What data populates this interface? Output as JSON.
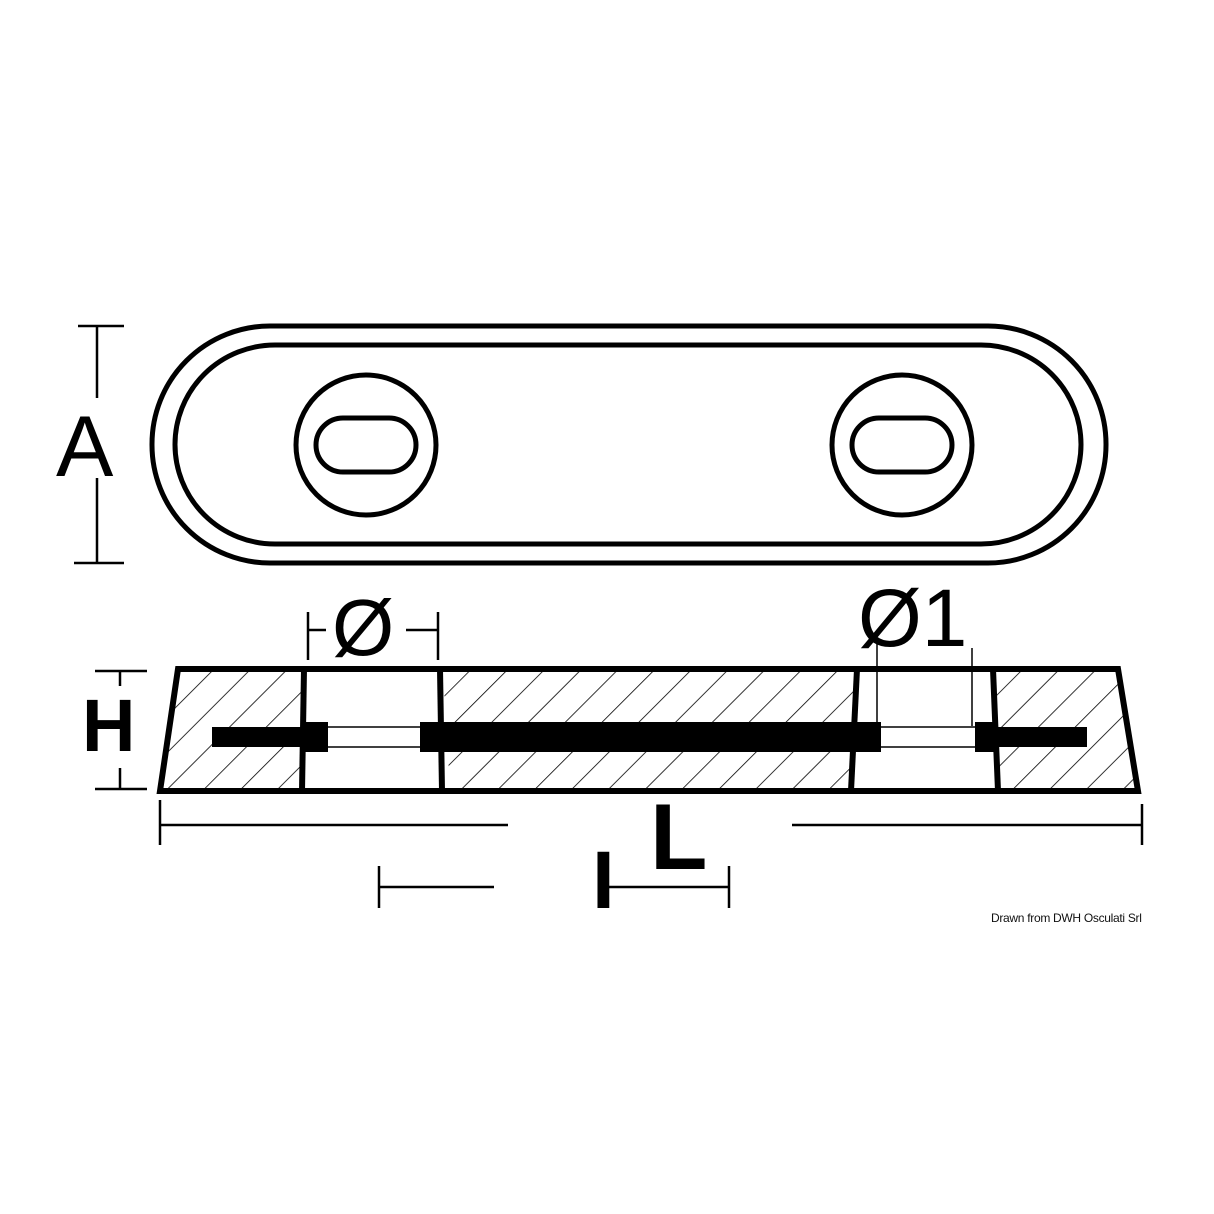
{
  "diagram": {
    "type": "technical drawing",
    "subject": "plate anode with two mounting holes (top view and section)",
    "colors": {
      "line": "#000000",
      "background": "#ffffff",
      "hatch": "#000000"
    },
    "views": [
      {
        "name": "top-view",
        "description": "rounded rectangular plate with two counterbored oval slots"
      },
      {
        "name": "section-view",
        "description": "trapezoidal cross-section with hatched material, central steel insert bar, two holes"
      }
    ],
    "dimensions": {
      "A": "A",
      "H": "H",
      "L": "L",
      "l": "I",
      "hole_diameter": "Ø",
      "hole_diameter_1": "Ø1"
    },
    "credit": "Drawn from DWH Osculati Srl"
  }
}
